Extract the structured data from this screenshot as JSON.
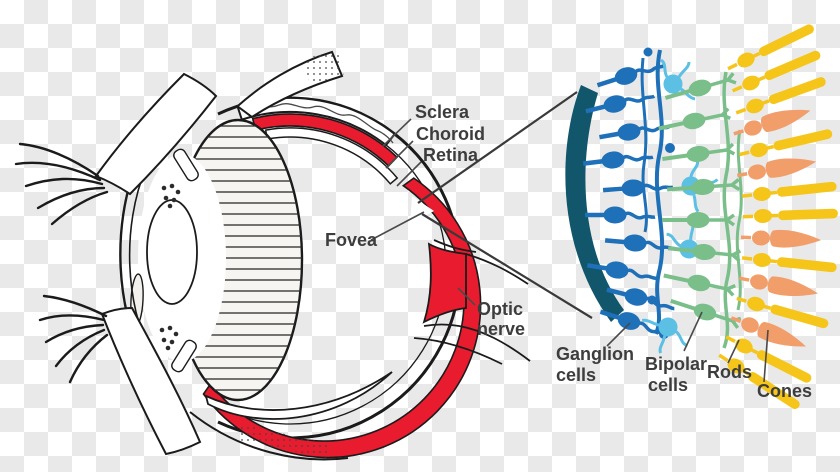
{
  "figure": {
    "description": "Cross-section of the human eye with magnified view of retinal cell layers",
    "labels": {
      "sclera": "Sclera",
      "choroid": "Choroid",
      "retina": "Retina",
      "fovea": "Fovea",
      "optic_nerve_line1": "Optic",
      "optic_nerve_line2": "nerve",
      "ganglion_line1": "Ganglion",
      "ganglion_line2": "cells",
      "bipolar_line1": "Bipolar",
      "bipolar_line2": "cells",
      "rods": "Rods",
      "cones": "Cones"
    },
    "colors": {
      "label_text": "#3d3d3d",
      "leader_line": "#4a4a4a",
      "drawing_ink": "#1b1b1b",
      "choroid_red": "#e81c2e",
      "choroid_hatch": "#8f0f1d",
      "retina_band_teal": "#12566b",
      "ganglion_blue": "#1e70b8",
      "amacrine_cyan": "#5bc0e4",
      "bipolar_green": "#7abf8a",
      "rod_yellow": "#f5c51a",
      "cone_orange": "#f19e6b",
      "checker_light": "#ffffff",
      "checker_dark": "#e9e9e9"
    }
  }
}
